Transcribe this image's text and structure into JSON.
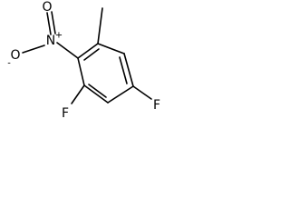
{
  "molecule": {
    "atoms": {
      "nitrogen": "N",
      "oxygen_top": "O",
      "oxygen_bottom": "O",
      "fluorine_left": "F",
      "fluorine_right": "F"
    },
    "charges": {
      "nitrogen": "+",
      "oxygen_bottom": "-"
    }
  }
}
